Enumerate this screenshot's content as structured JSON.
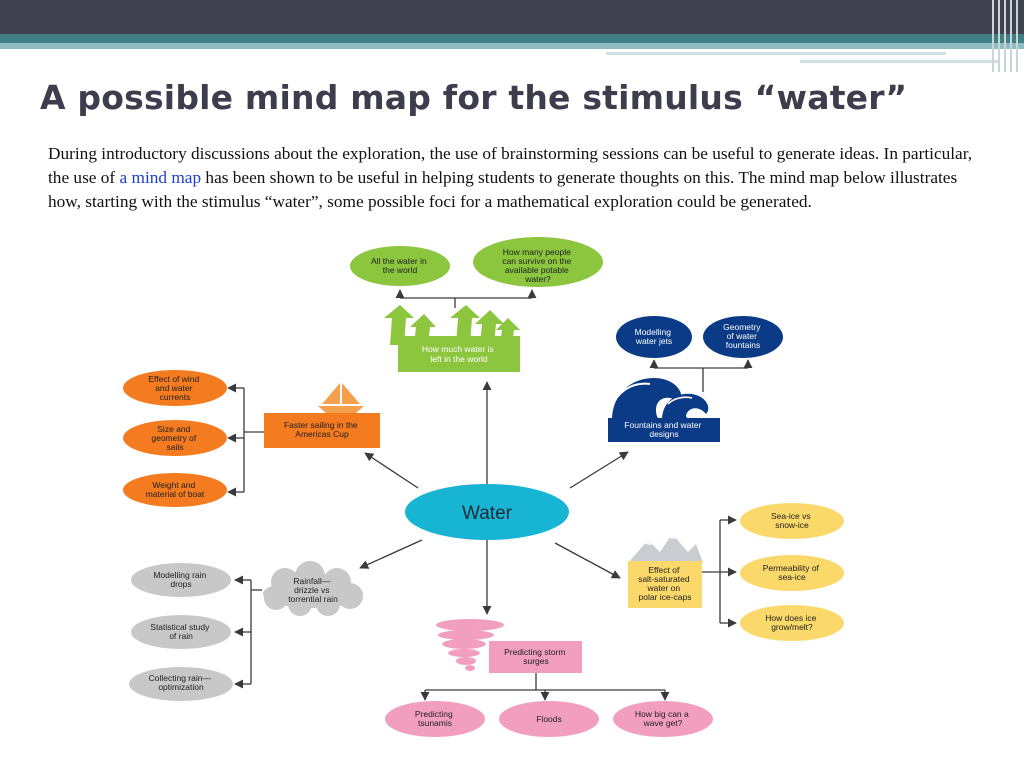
{
  "slide": {
    "title": "A possible mind map for the stimulus “water”",
    "intro_part1": "During introductory discussions about the exploration, the use of brainstorming sessions can be useful to generate ideas. In particular, the use of ",
    "intro_link": "a mind map",
    "intro_part2": " has been shown to be useful in helping students to generate thoughts on this. The mind map below illustrates how, starting with the stimulus “water”, some possible foci for a mathematical exploration could be generated."
  },
  "colors": {
    "center": "#18b4d4",
    "green": "#8cc63f",
    "navy": "#0b3b86",
    "orange": "#f47b20",
    "orange_box": "#f5a04d",
    "grey": "#c8c8c8",
    "yellow": "#fbd86a",
    "pink": "#f29fbf",
    "connector": "#3a3a3a"
  },
  "mindmap": {
    "center": "Water",
    "top": {
      "topic": [
        "How much water is",
        "left in the world"
      ],
      "ideas": [
        [
          "All the water in",
          "the world"
        ],
        [
          "How many people",
          "can survive on the",
          "available potable",
          "water?"
        ]
      ]
    },
    "top_right": {
      "topic": [
        "Fountains and water",
        "designs"
      ],
      "ideas": [
        [
          "Modelling",
          "water jets"
        ],
        [
          "Geometry",
          "of water",
          "fountains"
        ]
      ]
    },
    "left": {
      "topic": [
        "Faster sailing in the",
        "Americas Cup"
      ],
      "ideas": [
        [
          "Effect of wind",
          "and water",
          "currents"
        ],
        [
          "Size and",
          "geometry of",
          "sails"
        ],
        [
          "Weight and",
          "material of boat"
        ]
      ]
    },
    "bottom_left": {
      "topic": [
        "Rainfall—",
        "drizzle vs",
        "torrential rain"
      ],
      "ideas": [
        [
          "Modelling rain",
          "drops"
        ],
        [
          "Statistical study",
          "of rain"
        ],
        [
          "Collecting rain—",
          "optimization"
        ]
      ]
    },
    "bottom": {
      "topic": [
        "Predicting storm",
        "surges"
      ],
      "ideas": [
        [
          "Predicting",
          "tsunamis"
        ],
        [
          "Floods"
        ],
        [
          "How big can a",
          "wave get?"
        ]
      ]
    },
    "right": {
      "topic": [
        "Effect of",
        "salt-saturated",
        "water on",
        "polar ice-caps"
      ],
      "ideas": [
        [
          "Sea-ice vs",
          "snow-ice"
        ],
        [
          "Permeability of",
          "sea-ice"
        ],
        [
          "How does ice",
          "grow/melt?"
        ]
      ]
    }
  }
}
